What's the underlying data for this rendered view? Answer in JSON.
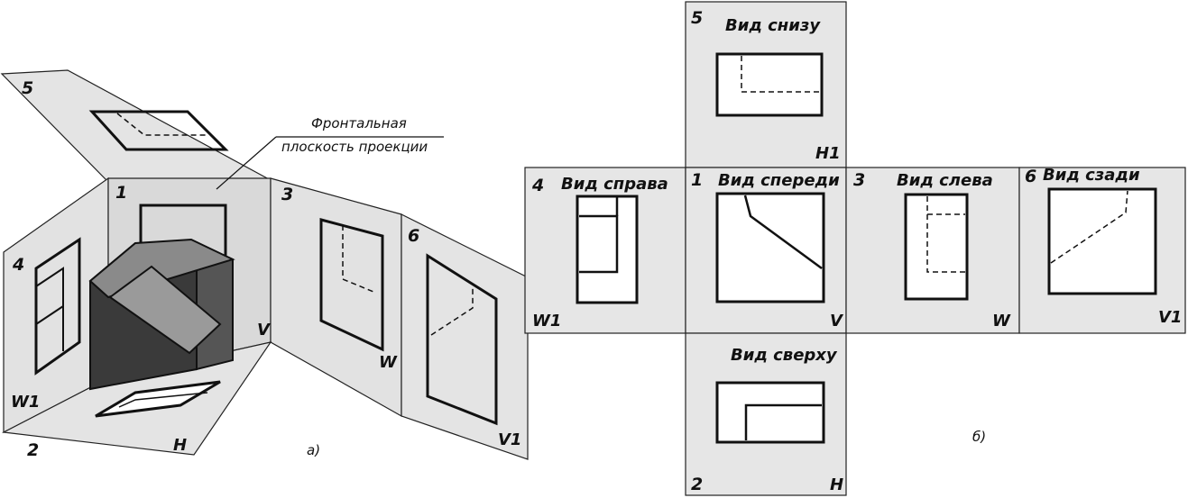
{
  "colors": {
    "plane": "#e6e6e6",
    "plane_dark": "#cfcfcf",
    "line": "#111111",
    "cube_dark": "#444444"
  },
  "part_a": {
    "label": "а)",
    "annotation": [
      "Фронтальная",
      "плоскость проекции"
    ],
    "plane_numbers": [
      "5",
      "1",
      "3",
      "4",
      "6",
      "2"
    ],
    "plane_letters": [
      "V",
      "W",
      "W1",
      "V1",
      "H"
    ]
  },
  "part_b": {
    "label": "б)",
    "views": [
      {
        "number": "5",
        "title": "Вид снизу",
        "plane": "H1"
      },
      {
        "number": "4",
        "title": "Вид справа",
        "plane": "W1"
      },
      {
        "number": "1",
        "title": "Вид спереди",
        "plane": "V"
      },
      {
        "number": "3",
        "title": "Вид слева",
        "plane": "W"
      },
      {
        "number": "6",
        "title": "Вид сзади",
        "plane": "V1"
      },
      {
        "number": "2",
        "title": "Вид сверху",
        "plane": "H"
      }
    ]
  }
}
